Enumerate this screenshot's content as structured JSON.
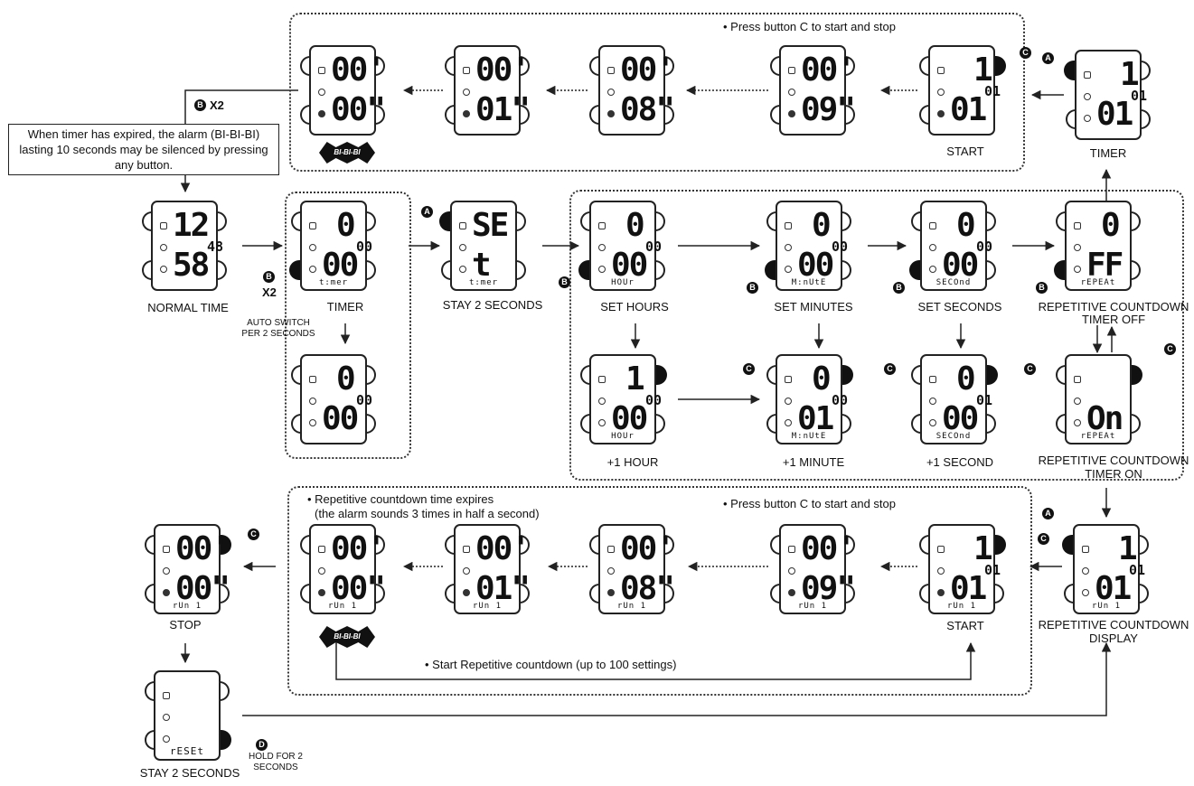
{
  "notes": {
    "press_c_top": "• Press button C to start and stop",
    "press_c_bottom": "• Press button C to start and stop",
    "expires_1": "• Repetitive countdown time expires",
    "expires_2": "(the alarm sounds 3 times in half a second)",
    "start_repetitive": "• Start Repetitive countdown (up to 100 settings)",
    "callout": "When timer has expired, the alarm (BI-BI-BI) lasting 10 seconds may be silenced by pressing any button.",
    "auto_switch_1": "AUTO SWITCH",
    "auto_switch_2": "PER 2 SECONDS",
    "hold_1": "HOLD FOR 2",
    "hold_2": "SECONDS",
    "x2_top": "X2",
    "x2_mid": "X2"
  },
  "buttons": {
    "a": "A",
    "b": "B",
    "c": "C",
    "d": "D"
  },
  "alarm_sound": "BI-BI-BI",
  "labels": {
    "start_top": "START",
    "timer_top": "TIMER",
    "normal_time": "NORMAL TIME",
    "timer": "TIMER",
    "stay_2_seconds": "STAY 2 SECONDS",
    "set_hours": "SET HOURS",
    "set_minutes": "SET MINUTES",
    "set_seconds": "SET SECONDS",
    "rep_off_1": "REPETITIVE COUNTDOWN",
    "rep_off_2": "TIMER OFF",
    "plus_hour": "+1 HOUR",
    "plus_minute": "+1 MINUTE",
    "plus_second": "+1 SECOND",
    "rep_on_1": "REPETITIVE COUNTDOWN",
    "rep_on_2": "TIMER ON",
    "stop": "STOP",
    "start_bottom": "START",
    "rep_display_1": "REPETITIVE COUNTDOWN",
    "rep_display_2": "DISPLAY",
    "stay_2_seconds_reset": "STAY 2 SECONDS"
  },
  "displays": {
    "w1": {
      "d1": "00'",
      "d2": "00\"",
      "mode": ""
    },
    "w2": {
      "d1": "00'",
      "d2": "01\"",
      "mode": ""
    },
    "w3": {
      "d1": "00'",
      "d2": "08\"",
      "mode": ""
    },
    "w4": {
      "d1": "00'",
      "d2": "09\"",
      "mode": ""
    },
    "w5": {
      "d1": "1",
      "d2": "01",
      "sub": "01",
      "mode": ""
    },
    "w6": {
      "d1": "1",
      "d2": "01",
      "sub": "01",
      "mode": ""
    },
    "w7": {
      "d1": "12",
      "d2": "58",
      "sub": "48",
      "mode": ""
    },
    "w8": {
      "d1": "0",
      "d2": "00",
      "sub": "00",
      "mode": "t:mer"
    },
    "w9": {
      "d1": "SE",
      "d2": "t",
      "mode": "t:mer"
    },
    "w10": {
      "d1": "0",
      "d2": "00",
      "sub": "00",
      "mode": "HOUr"
    },
    "w11": {
      "d1": "0",
      "d2": "00",
      "sub": "00",
      "mode": "M:nUtE"
    },
    "w12": {
      "d1": "0",
      "d2": "00",
      "sub": "00",
      "mode": "SECOnd"
    },
    "w13": {
      "d1": "0",
      "d2": "FF",
      "mode": "rEPEAt"
    },
    "w14": {
      "d1": "0",
      "d2": "00",
      "sub": "00",
      "mode": ""
    },
    "w15": {
      "d1": "1",
      "d2": "00",
      "sub": "00",
      "mode": "HOUr"
    },
    "w16": {
      "d1": "0",
      "d2": "01",
      "sub": "00",
      "mode": "M:nUtE"
    },
    "w17": {
      "d1": "0",
      "d2": "00",
      "sub": "01",
      "mode": "SECOnd"
    },
    "w18": {
      "d1": "",
      "d2": "On",
      "mode": "rEPEAt"
    },
    "w19": {
      "d1": "00'",
      "d2": "00\"",
      "mode": "rUn  1"
    },
    "w20": {
      "d1": "00'",
      "d2": "00\"",
      "mode": "rUn  1"
    },
    "w21": {
      "d1": "00'",
      "d2": "01\"",
      "mode": "rUn  1"
    },
    "w22": {
      "d1": "00'",
      "d2": "08\"",
      "mode": "rUn  1"
    },
    "w23": {
      "d1": "00'",
      "d2": "09\"",
      "mode": "rUn  1"
    },
    "w24": {
      "d1": "1",
      "d2": "01",
      "sub": "01",
      "mode": "rUn  1"
    },
    "w25": {
      "d1": "1",
      "d2": "01",
      "sub": "01",
      "mode": "rUn  1"
    },
    "w26": {
      "d1": "",
      "d2": "",
      "mode": "rESEt"
    }
  }
}
